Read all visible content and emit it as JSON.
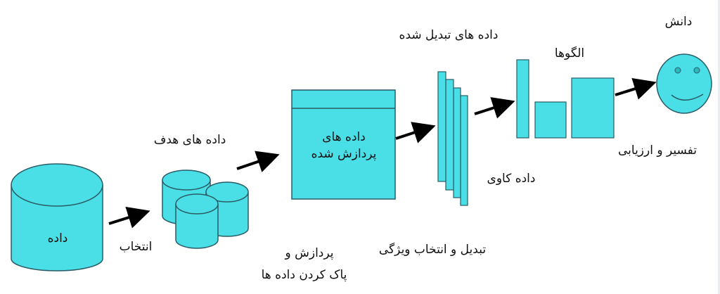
{
  "diagram": {
    "title": "KDD process",
    "colors": {
      "fill": "#4ADFE6",
      "stroke": "#2B5C66",
      "arrow": "#000000",
      "text": "#111111",
      "background": "#FFFFFF"
    },
    "nodes": [
      {
        "id": "data",
        "label": "داده",
        "shape": "cylinder"
      },
      {
        "id": "target-data",
        "label": "داده های هدف",
        "shape": "three-cylinders"
      },
      {
        "id": "preprocessed-data",
        "label_line1": "داده های",
        "label_line2": "پردازش شده",
        "shape": "box-with-header"
      },
      {
        "id": "transformed-data",
        "label": "داده های تبدیل شده",
        "shape": "stacked-sheets"
      },
      {
        "id": "patterns",
        "label": "الگوها",
        "shape": "bars"
      },
      {
        "id": "knowledge",
        "label": "دانش",
        "shape": "smiley-face"
      }
    ],
    "edges": [
      {
        "from": "data",
        "to": "target-data",
        "label": "انتخاب"
      },
      {
        "from": "target-data",
        "to": "preprocessed-data",
        "label_line1": "پردازش و",
        "label_line2": "پاک کردن داده ها"
      },
      {
        "from": "preprocessed-data",
        "to": "transformed-data",
        "label": "تبدیل و انتخاب ویژگی"
      },
      {
        "from": "transformed-data",
        "to": "patterns",
        "label": "داده کاوی"
      },
      {
        "from": "patterns",
        "to": "knowledge",
        "label": "تفسیر و ارزیابی"
      }
    ]
  }
}
